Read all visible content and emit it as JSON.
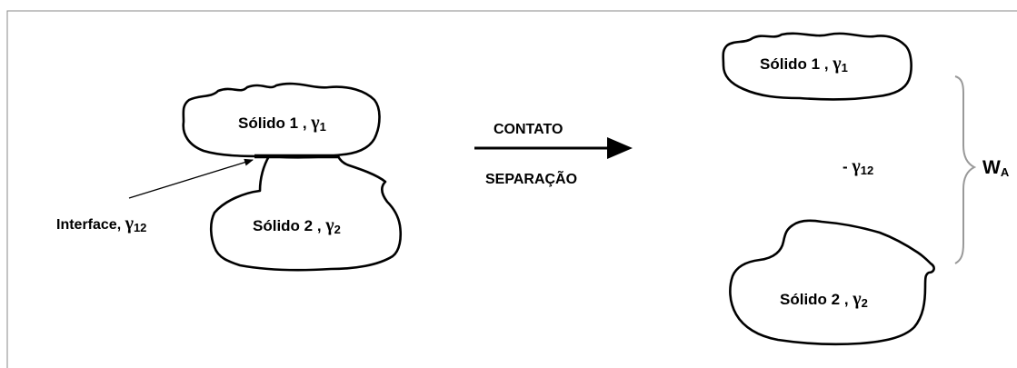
{
  "left": {
    "solid1": {
      "text": "Sólido 1 , ",
      "gamma": "γ",
      "sub": "1"
    },
    "solid2": {
      "text": "Sólido 2 ,  ",
      "gamma": "γ",
      "sub": "2"
    },
    "interface": {
      "text": "Interface, ",
      "gamma": "γ",
      "sub": "12"
    }
  },
  "arrow": {
    "top_label": "CONTATO",
    "bottom_label": "SEPARAÇÃO"
  },
  "right": {
    "solid1": {
      "text": "Sólido 1 , ",
      "gamma": "γ",
      "sub": "1"
    },
    "solid2": {
      "text": "Sólido 2 ,  ",
      "gamma": "γ",
      "sub": "2"
    },
    "middle": {
      "text": "- ",
      "gamma": "γ",
      "sub": "12"
    },
    "work": {
      "symbol": "W",
      "sub": "A"
    }
  },
  "colors": {
    "stroke": "#000000",
    "frame": "#888888",
    "background": "#ffffff"
  }
}
